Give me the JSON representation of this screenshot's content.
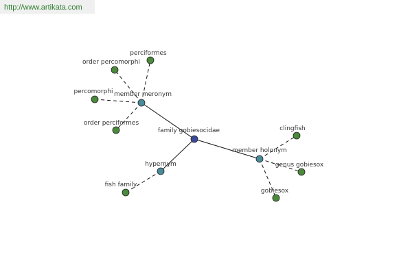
{
  "header": {
    "url": "http://www.artikata.com"
  },
  "colors": {
    "center": "#3b4a9a",
    "relation": "#4a8a99",
    "leaf": "#4a8a3a",
    "stroke": "#222222",
    "edge": "#111111",
    "label": "#333333"
  },
  "nodes": [
    {
      "id": "family_gobiesocidae",
      "label": "family gobiesocidae",
      "kind": "center"
    },
    {
      "id": "member_meronym",
      "label": "member meronym",
      "kind": "relation"
    },
    {
      "id": "hypernym",
      "label": "hypernym",
      "kind": "relation"
    },
    {
      "id": "member_holonym",
      "label": "member holonym",
      "kind": "relation"
    },
    {
      "id": "perciformes",
      "label": "perciformes",
      "kind": "leaf"
    },
    {
      "id": "order_percomorphi",
      "label": "order percomorphi",
      "kind": "leaf"
    },
    {
      "id": "percomorphi",
      "label": "percomorphi",
      "kind": "leaf"
    },
    {
      "id": "order_perciformes",
      "label": "order perciformes",
      "kind": "leaf"
    },
    {
      "id": "fish_family",
      "label": "fish family",
      "kind": "leaf"
    },
    {
      "id": "clingfish",
      "label": "clingfish",
      "kind": "leaf"
    },
    {
      "id": "genus_gobiesox",
      "label": "genus gobiesox",
      "kind": "leaf"
    },
    {
      "id": "gobiesox",
      "label": "gobiesox",
      "kind": "leaf"
    }
  ],
  "edges": [
    {
      "from": "family_gobiesocidae",
      "to": "member_meronym",
      "style": "solid"
    },
    {
      "from": "family_gobiesocidae",
      "to": "hypernym",
      "style": "solid"
    },
    {
      "from": "family_gobiesocidae",
      "to": "member_holonym",
      "style": "solid"
    },
    {
      "from": "member_meronym",
      "to": "perciformes",
      "style": "dashed"
    },
    {
      "from": "member_meronym",
      "to": "order_percomorphi",
      "style": "dashed"
    },
    {
      "from": "member_meronym",
      "to": "percomorphi",
      "style": "dashed"
    },
    {
      "from": "member_meronym",
      "to": "order_perciformes",
      "style": "dashed"
    },
    {
      "from": "hypernym",
      "to": "fish_family",
      "style": "dashed"
    },
    {
      "from": "member_holonym",
      "to": "clingfish",
      "style": "dashed"
    },
    {
      "from": "member_holonym",
      "to": "genus_gobiesox",
      "style": "dashed"
    },
    {
      "from": "member_holonym",
      "to": "gobiesox",
      "style": "dashed"
    }
  ]
}
